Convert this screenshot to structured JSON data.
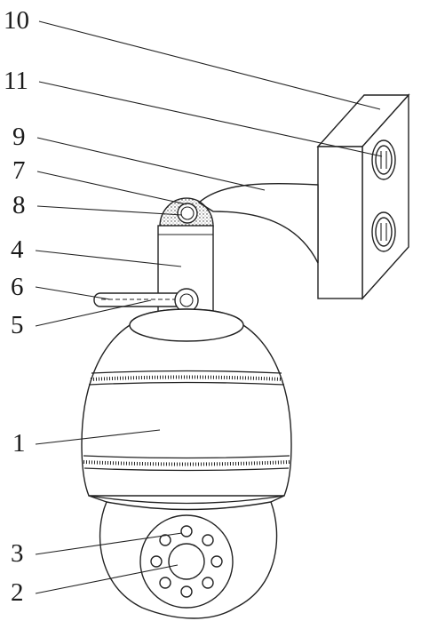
{
  "labels": [
    {
      "id": "10",
      "text": "10"
    },
    {
      "id": "11",
      "text": "11"
    },
    {
      "id": "9",
      "text": "9"
    },
    {
      "id": "7",
      "text": "7"
    },
    {
      "id": "8",
      "text": "8"
    },
    {
      "id": "4",
      "text": "4"
    },
    {
      "id": "6",
      "text": "6"
    },
    {
      "id": "5",
      "text": "5"
    },
    {
      "id": "1",
      "text": "1"
    },
    {
      "id": "3",
      "text": "3"
    },
    {
      "id": "2",
      "text": "2"
    }
  ]
}
